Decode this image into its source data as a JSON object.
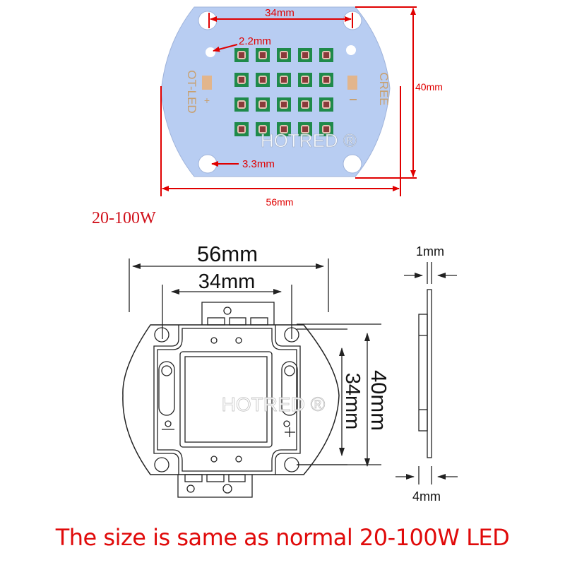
{
  "photo": {
    "labels": {
      "hole_spacing": "34mm",
      "small_hole": "2.2mm",
      "mount_hole": "3.3mm",
      "height": "40mm",
      "width": "56mm"
    },
    "silkscreen": {
      "left": "OT-LED",
      "right": "CREE",
      "plus": "+",
      "minus": "−"
    },
    "watermark": "HOTRED ®",
    "led_grid": {
      "rows": 4,
      "cols": 5
    },
    "colors": {
      "board": "#b8cdf2",
      "dimension": "#e00000",
      "led_body": "#1f8a4a",
      "led_die": "#8a3a3a",
      "pad": "#e2b58c"
    }
  },
  "subtitle": "20-100W",
  "drawing": {
    "labels": {
      "outer_width": "56mm",
      "inner_width": "34mm",
      "outer_height": "40mm",
      "inner_height": "34mm",
      "pcb_thickness": "1mm",
      "total_thickness": "4mm"
    },
    "watermark": "HOTRED ®",
    "polarity": {
      "left": "−",
      "right": "+"
    }
  },
  "footer": "The size is same as normal 20-100W LED"
}
